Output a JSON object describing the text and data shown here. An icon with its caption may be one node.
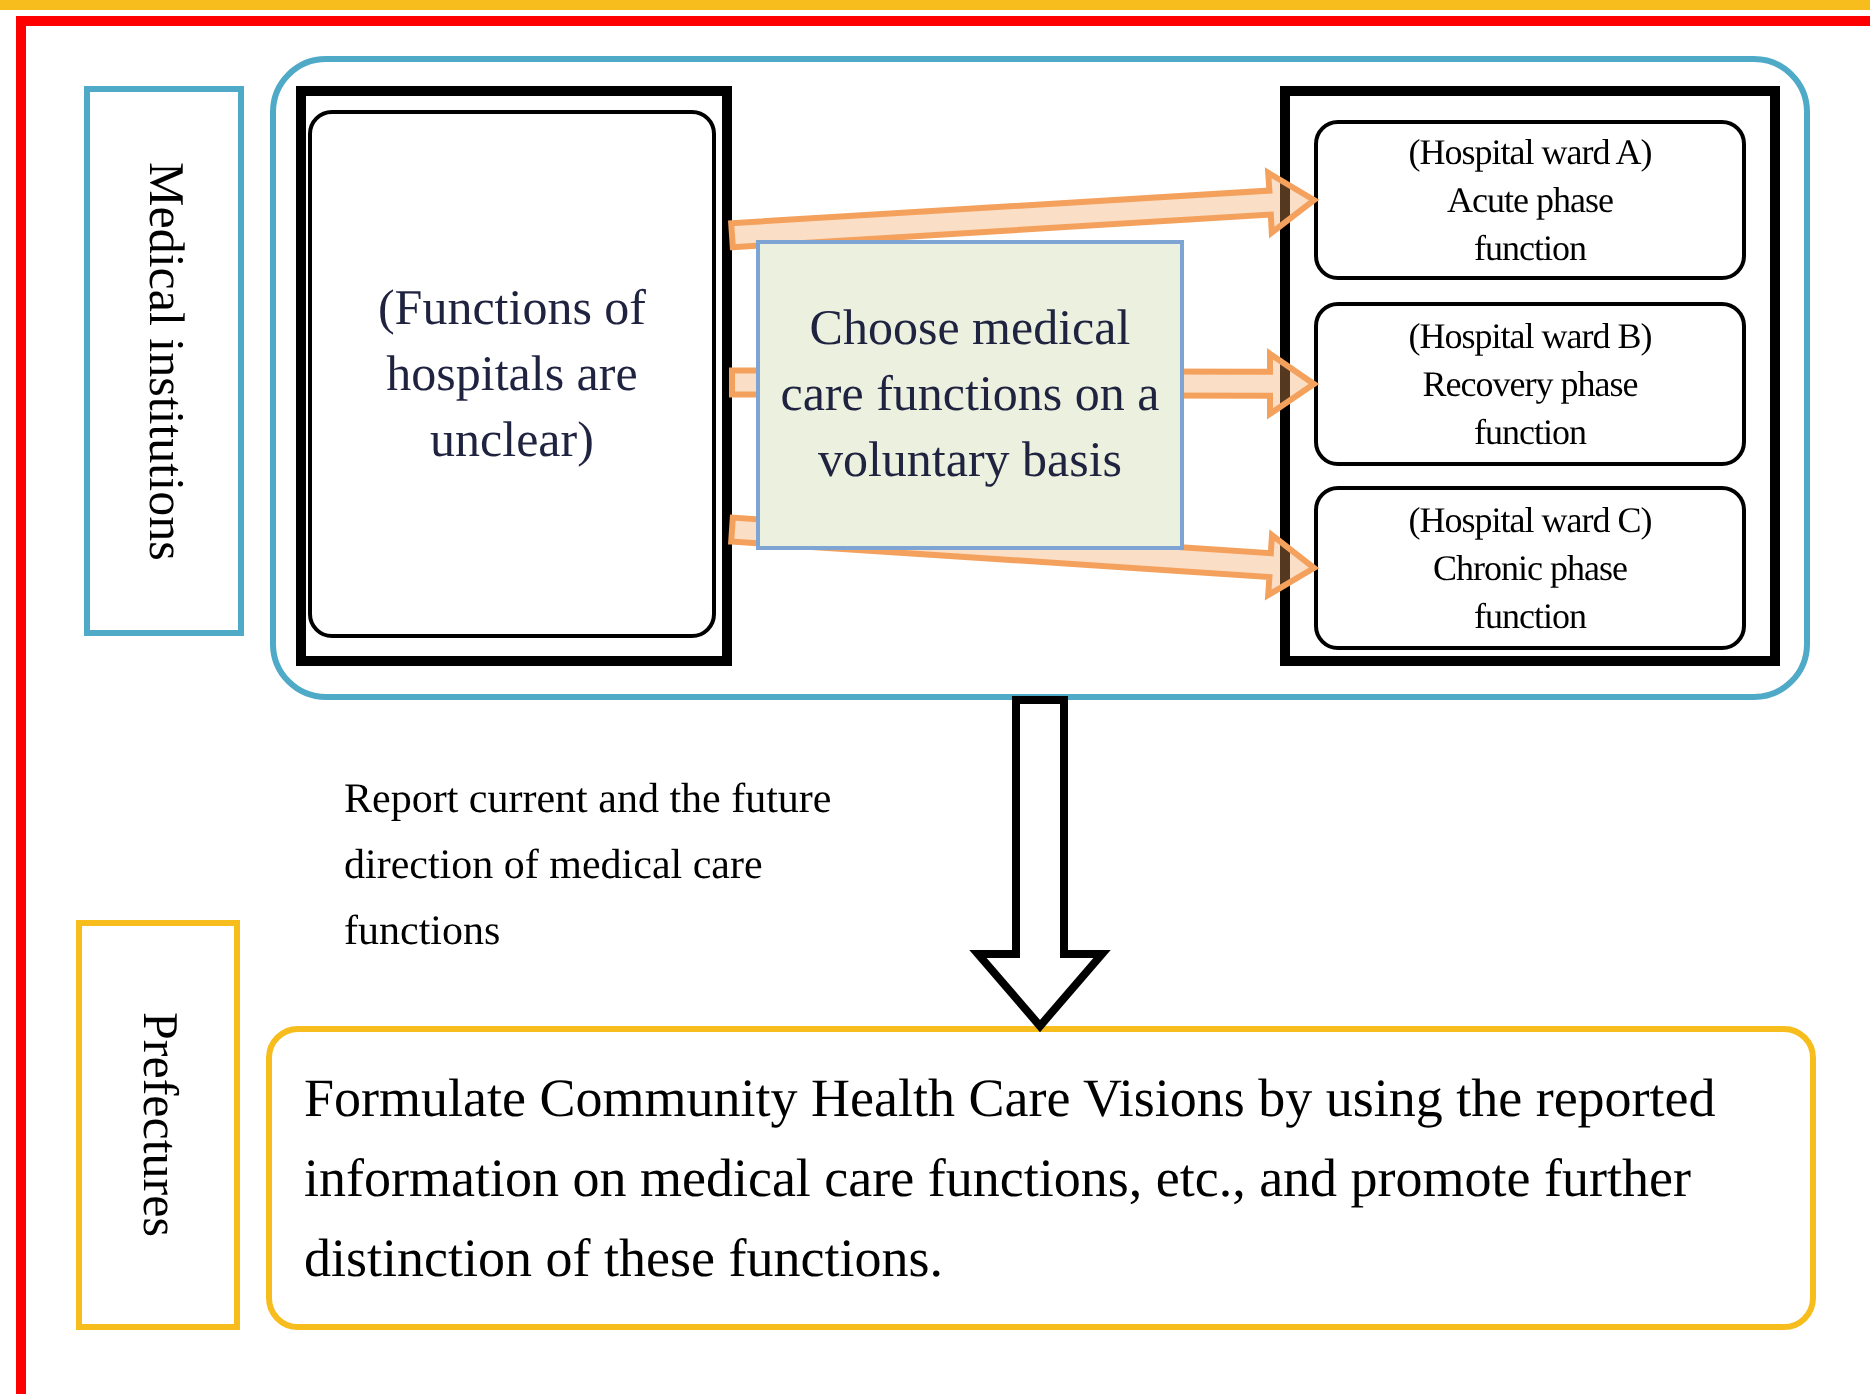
{
  "diagram": {
    "nodes": [
      {
        "text": [
          "Medical institutions"
        ]
      },
      {
        "text": [],
        "shape": "box"
      },
      {
        "text": [],
        "shape": "box",
        "in": 1
      },
      {
        "text": [
          "(Functions of hospitals are unclear)"
        ],
        "in": 2
      },
      {
        "text": [
          "Choose medical care functions on a voluntary basis"
        ],
        "in": 1
      },
      {
        "text": [],
        "shape": "box",
        "in": 1
      },
      {
        "text": [
          "(Hospital ward A) Acute phase function"
        ],
        "in": 5
      },
      {
        "text": [
          "(Hospital ward B) Recovery phase function"
        ],
        "in": 5
      },
      {
        "text": [
          "(Hospital ward C) Chronic phase function"
        ],
        "in": 5
      },
      {
        "text": [
          "Prefectures"
        ]
      },
      {
        "text": [
          "Formulate Community Health Care Visions by using the reported information on medical care functions, etc., and promote further distinction of these functions."
        ]
      }
    ],
    "edges": [
      {
        "from": 2,
        "to": 6,
        "arrow": "to",
        "style": "thick",
        "color": "#f4a15d"
      },
      {
        "from": 2,
        "to": 7,
        "arrow": "to",
        "style": "thick",
        "color": "#f4a15d"
      },
      {
        "from": 2,
        "to": 8,
        "arrow": "to",
        "style": "thick",
        "color": "#f4a15d"
      },
      {
        "from": 1,
        "to": 10,
        "arrow": "to",
        "style": "thick",
        "label": "Report current and the future direction of medical care functions"
      }
    ]
  }
}
